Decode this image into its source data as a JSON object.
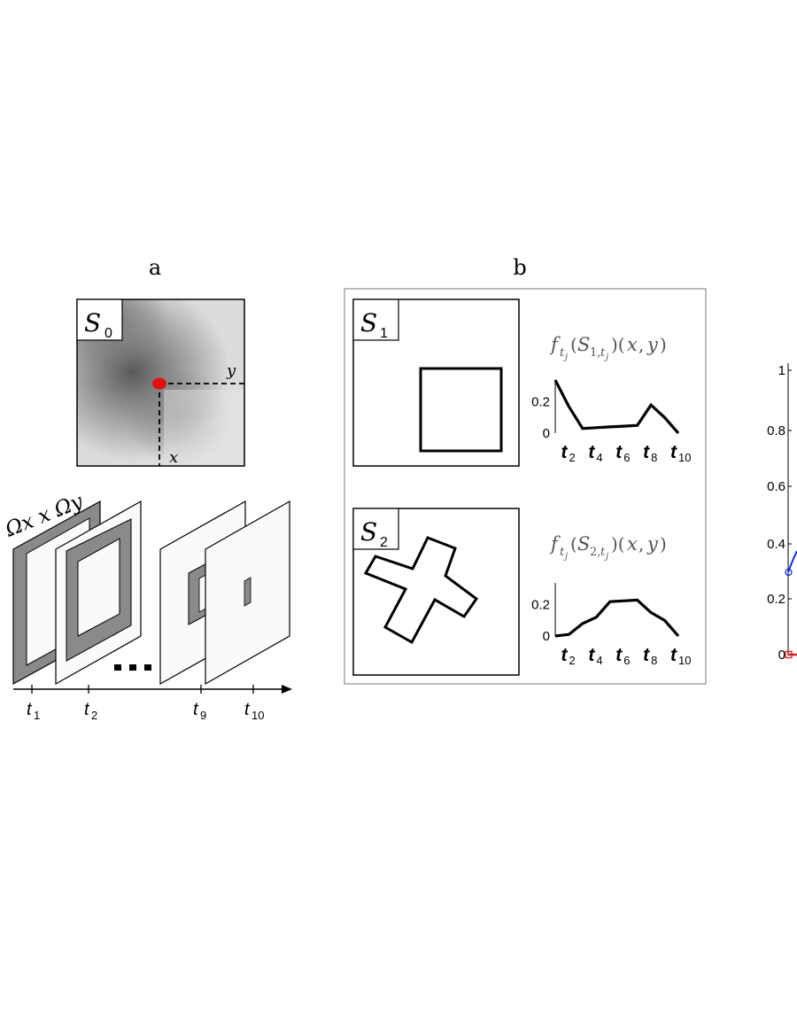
{
  "panel_a": {
    "label": "a",
    "map_label_main": "S",
    "map_label_sub": "0",
    "axis_y_label": "y",
    "axis_x_label": "x",
    "stack_label": "Ωx x Ωy",
    "ellipsis": "...",
    "time_ticks": [
      {
        "main": "t",
        "sub": "1"
      },
      {
        "main": "t",
        "sub": "2"
      },
      {
        "main": "t",
        "sub": "9"
      },
      {
        "main": "t",
        "sub": "10"
      }
    ]
  },
  "panel_b": {
    "label": "b",
    "shape1": {
      "label_main": "S",
      "label_sub": "1",
      "shape": "square"
    },
    "shape2": {
      "label_main": "S",
      "label_sub": "2",
      "shape": "cross"
    },
    "plot1_title": "f_tj(S_1,tj)(x, y)",
    "plot2_title": "f_tj(S_2,tj)(x, y)"
  },
  "panel_c": {
    "y_ticks": [
      "1",
      "0.8",
      "0.6",
      "0.4",
      "0.2",
      "0"
    ]
  },
  "chart_data": [
    {
      "type": "line",
      "title": "f_tj(S_1,tj)(x, y)",
      "x": [
        1,
        2,
        3,
        4,
        5,
        6,
        7,
        8,
        9,
        10
      ],
      "values": [
        0.34,
        0.17,
        0.03,
        0.035,
        0.04,
        0.045,
        0.05,
        0.18,
        0.1,
        0.0
      ],
      "xticks": [
        "t2",
        "t4",
        "t6",
        "t8",
        "t10"
      ],
      "yticks": [
        "0",
        "0.2"
      ],
      "ylim": [
        0,
        0.34
      ]
    },
    {
      "type": "line",
      "title": "f_tj(S_2,tj)(x, y)",
      "x": [
        1,
        2,
        3,
        4,
        5,
        6,
        7,
        8,
        9,
        10
      ],
      "values": [
        0.0,
        0.01,
        0.08,
        0.12,
        0.22,
        0.225,
        0.23,
        0.15,
        0.1,
        0.0
      ],
      "xticks": [
        "t2",
        "t4",
        "t6",
        "t8",
        "t10"
      ],
      "yticks": [
        "0",
        "0.2"
      ],
      "ylim": [
        0,
        0.34
      ]
    }
  ],
  "colors": {
    "marker": "#e01010",
    "gray_frame": "#8a8a8a",
    "blue_line": "#1030d0",
    "red_marker": "#d02020"
  }
}
